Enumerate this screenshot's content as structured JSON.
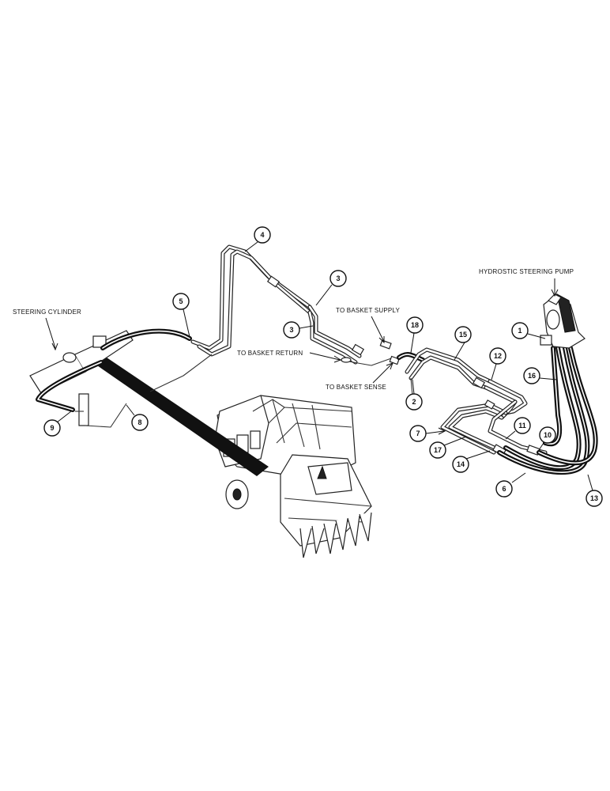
{
  "labels": {
    "hydrostatic_pump": "HYDROSTIC STEERING PUMP",
    "steering_cylinder": "STEERING CYLINDER",
    "basket_supply": "TO BASKET SUPPLY",
    "basket_return": "TO BASKET RETURN",
    "basket_sense": "TO BASKET SENSE"
  },
  "callouts": {
    "c1": "1",
    "c2": "2",
    "c3a": "3",
    "c3b": "3",
    "c4": "4",
    "c5": "5",
    "c6": "6",
    "c7": "7",
    "c8": "8",
    "c9": "9",
    "c10": "10",
    "c11": "11",
    "c12": "12",
    "c13": "13",
    "c14": "14",
    "c15": "15",
    "c16": "16",
    "c17": "17",
    "c18": "18"
  }
}
